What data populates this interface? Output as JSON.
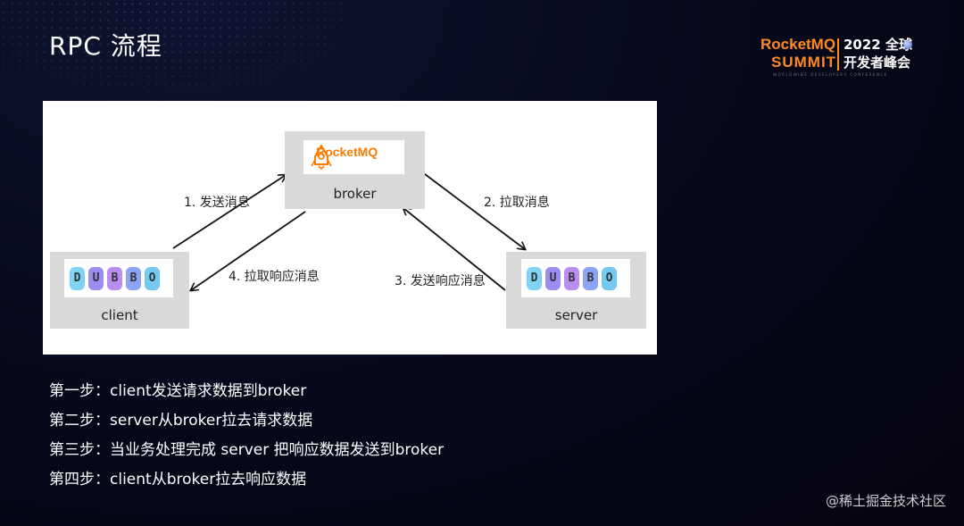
{
  "slide": {
    "title": "RPC 流程",
    "watermark": "@稀土掘金技术社区"
  },
  "event_logo": {
    "line1": "RocketMQ",
    "line2": "SUMMIT",
    "year": "2022 全球",
    "name": "开发者峰会",
    "subtitle": "WORLDWIDE DEVELOPERS CONFERENCE",
    "accent_color": "#ff8a1f"
  },
  "diagram": {
    "nodes": {
      "broker": {
        "label": "broker",
        "logo_text": "RocketMQ",
        "icon": "rocketmq-logo-icon"
      },
      "client": {
        "label": "client",
        "logo_letters": [
          "D",
          "U",
          "B",
          "B",
          "O"
        ],
        "icon": "dubbo-logo-icon"
      },
      "server": {
        "label": "server",
        "logo_letters": [
          "D",
          "U",
          "B",
          "B",
          "O"
        ],
        "icon": "dubbo-logo-icon"
      }
    },
    "edges": [
      {
        "from": "client",
        "to": "broker",
        "label": "1. 发送消息"
      },
      {
        "from": "broker",
        "to": "server",
        "label": "2. 拉取消息"
      },
      {
        "from": "server",
        "to": "broker",
        "label": "3. 发送响应消息"
      },
      {
        "from": "broker",
        "to": "client",
        "label": "4. 拉取响应消息"
      }
    ],
    "box_color": "#d9d9d9"
  },
  "steps": [
    "第一步：client发送请求数据到broker",
    "第二步：server从broker拉去请求数据",
    "第三步：当业务处理完成 server 把响应数据发送到broker",
    "第四步：client从broker拉去响应数据"
  ]
}
